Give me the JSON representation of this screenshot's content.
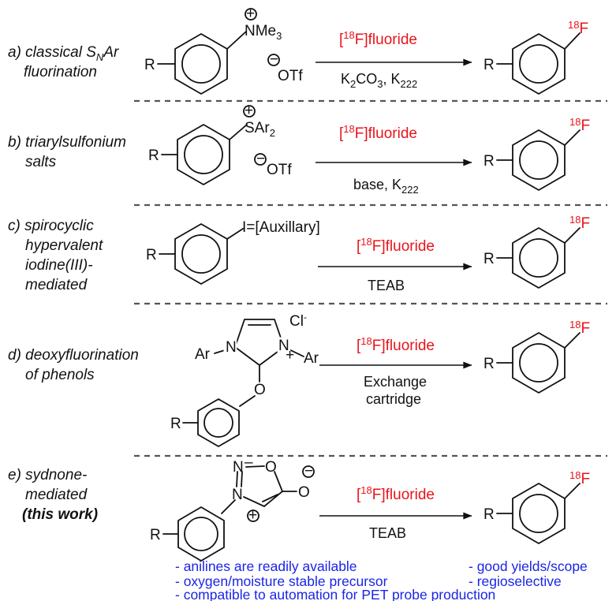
{
  "schemes": [
    {
      "label_lines": [
        "a) classical S",
        "N",
        "Ar",
        "fluorination"
      ],
      "label_display": [
        "a) classical SNAr",
        "fluorination"
      ],
      "precursor_group": "NMe3",
      "counterion": "OTf",
      "reagent": "[18F]fluoride",
      "conditions": [
        "K2CO3, K222"
      ],
      "r_label": "R",
      "product_label": "18F"
    },
    {
      "label_display": [
        "b) triarylsulfonium",
        "salts"
      ],
      "precursor_group": "SAr2",
      "counterion": "OTf",
      "reagent": "[18F]fluoride",
      "conditions": [
        "base, K222"
      ],
      "r_label": "R",
      "product_label": "18F"
    },
    {
      "label_display": [
        "c) spirocyclic",
        "hypervalent",
        "iodine(III)-",
        "mediated"
      ],
      "precursor_group": "I=[Auxillary]",
      "reagent": "[18F]fluoride",
      "conditions": [
        "TEAB"
      ],
      "r_label": "R",
      "product_label": "18F"
    },
    {
      "label_display": [
        "d) deoxyfluorination",
        "of phenols"
      ],
      "precursor_group": "Ar–N imidazolium–N–Ar, O-aryl",
      "counterion": "Cl-",
      "reagent": "[18F]fluoride",
      "conditions": [
        "Exchange",
        "cartridge"
      ],
      "r_label": "R",
      "product_label": "18F"
    },
    {
      "label_display": [
        "e) sydnone-",
        "mediated",
        "(this work)"
      ],
      "precursor_group": "sydnone",
      "reagent": "[18F]fluoride",
      "conditions": [
        "TEAB"
      ],
      "r_label": "R",
      "product_label": "18F"
    }
  ],
  "advantages": [
    "- anilines are readily available",
    "- good yields/scope",
    "- oxygen/moisture stable precursor",
    "- regioselective",
    "- compatible to automation for PET probe production"
  ],
  "colors": {
    "reagent": "#e8141b",
    "advantages": "#1a25e6",
    "text": "#111111",
    "divider": "#555555"
  }
}
